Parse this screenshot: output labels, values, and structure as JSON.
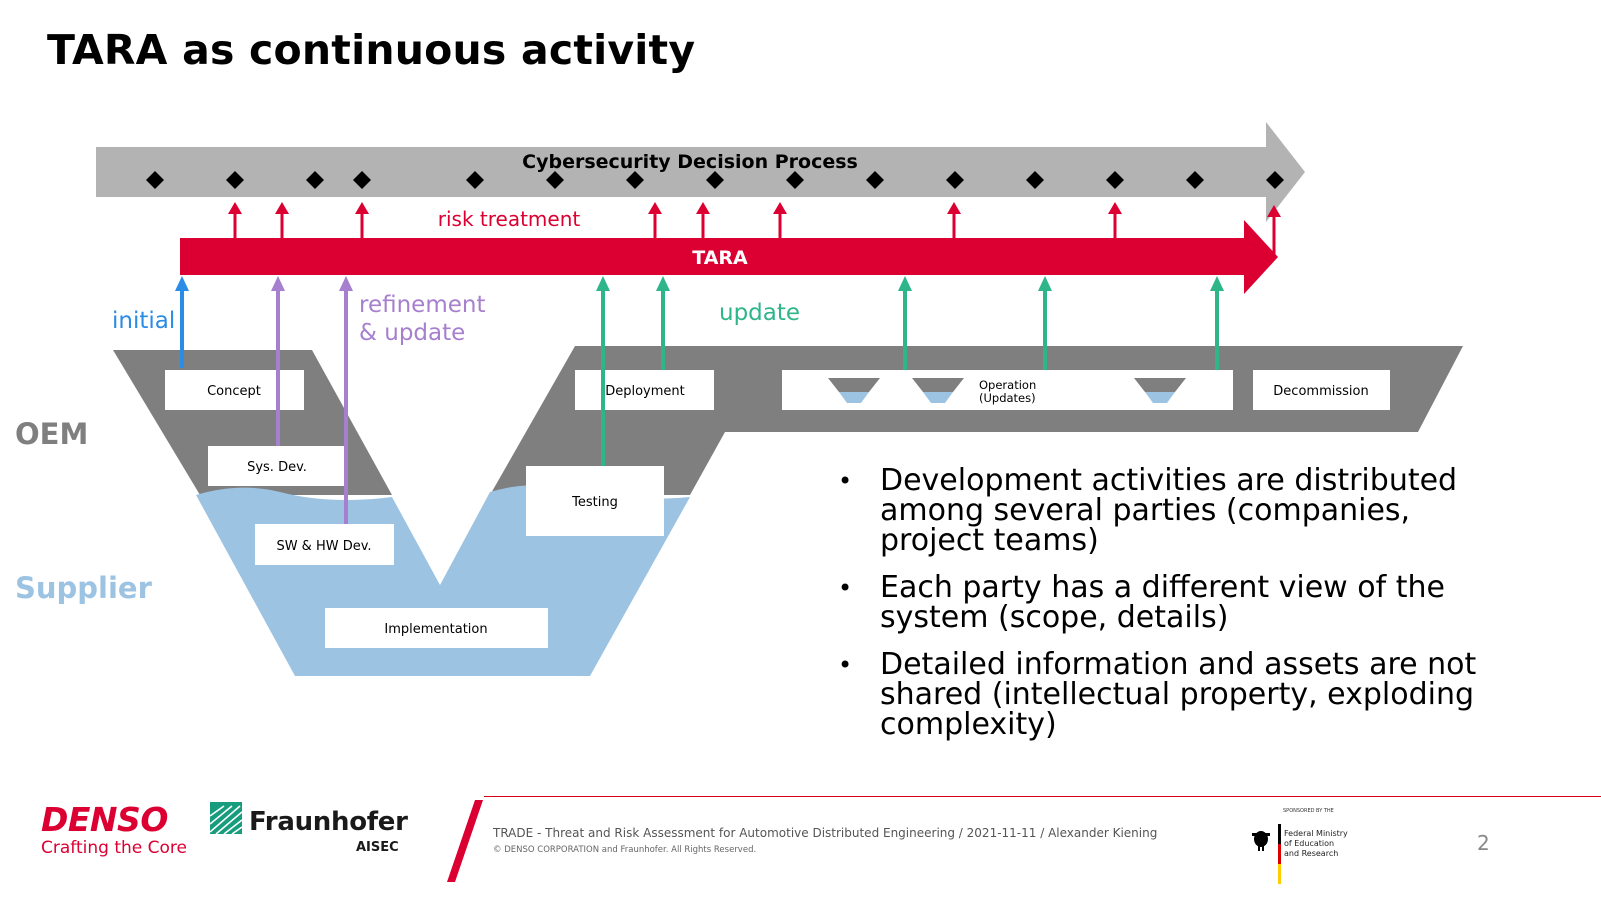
{
  "slide": {
    "title": "TARA as continuous activity"
  },
  "diagram": {
    "decision_process_label": "Cybersecurity Decision Process",
    "tara_label": "TARA",
    "risk_treatment_label": "risk treatment",
    "initial_label": "initial",
    "refinement_label_line1": "refinement",
    "refinement_label_line2": "& update",
    "update_label": "update",
    "oem_label": "OEM",
    "supplier_label": "Supplier",
    "boxes": {
      "concept": "Concept",
      "sys_dev": "Sys. Dev.",
      "sw_hw_dev": "SW & HW Dev.",
      "implementation": "Implementation",
      "testing": "Testing",
      "deployment": "Deployment",
      "operation_line1": "Operation",
      "operation_line2": "(Updates)",
      "decommission": "Decommission"
    },
    "colors": {
      "decision_bar": "#b3b3b3",
      "tara_bar": "#dc0032",
      "initial_arrow": "#2b8ce6",
      "refinement_arrow": "#a67fcf",
      "update_arrow": "#2fb58a",
      "oem_region": "#7f7f7f",
      "supplier_region": "#9dc3e3"
    }
  },
  "bullets": [
    "Development activities are distributed among several parties (companies, project teams)",
    "Each party has a different view of the system (scope, details)",
    "Detailed information and assets are not shared (intellectual property, exploding complexity)"
  ],
  "footer": {
    "denso_logo": "DENSO",
    "denso_tagline": "Crafting the Core",
    "fraunhofer_logo": "Fraunhofer",
    "fraunhofer_sub": "AISEC",
    "main_text": "TRADE - Threat and Risk Assessment for Automotive Distributed Engineering / 2021-11-11 / Alexander Kiening",
    "copyright": "© DENSO CORPORATION and Fraunhofer. All Rights Reserved.",
    "sponsor_top": "SPONSORED BY THE",
    "sponsor_line1": "Federal Ministry",
    "sponsor_line2": "of Education",
    "sponsor_line3": "and Research",
    "page_number": "2"
  }
}
